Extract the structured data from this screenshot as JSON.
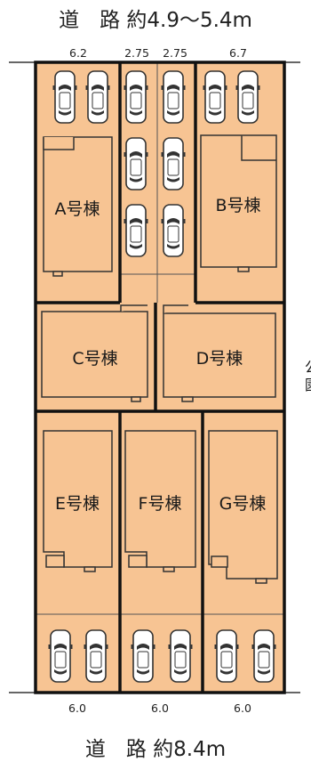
{
  "road_top": {
    "label": "道　路 約4.9〜5.4m"
  },
  "road_bottom": {
    "label": "道　路 約8.4m"
  },
  "frontage_top": [
    "6.2",
    "2.75",
    "2.75",
    "6.7"
  ],
  "frontage_bottom": [
    "6.0",
    "6.0",
    "6.0"
  ],
  "side_label": "公\n園",
  "lots": [
    {
      "id": "A",
      "label": "A号棟"
    },
    {
      "id": "B",
      "label": "B号棟"
    },
    {
      "id": "C",
      "label": "C号棟"
    },
    {
      "id": "D",
      "label": "D号棟"
    },
    {
      "id": "E",
      "label": "E号棟"
    },
    {
      "id": "F",
      "label": "F号棟"
    },
    {
      "id": "G",
      "label": "G号棟"
    }
  ],
  "colors": {
    "lot_fill": "#f7c493",
    "boundary": "#111111",
    "line": "#333333"
  }
}
